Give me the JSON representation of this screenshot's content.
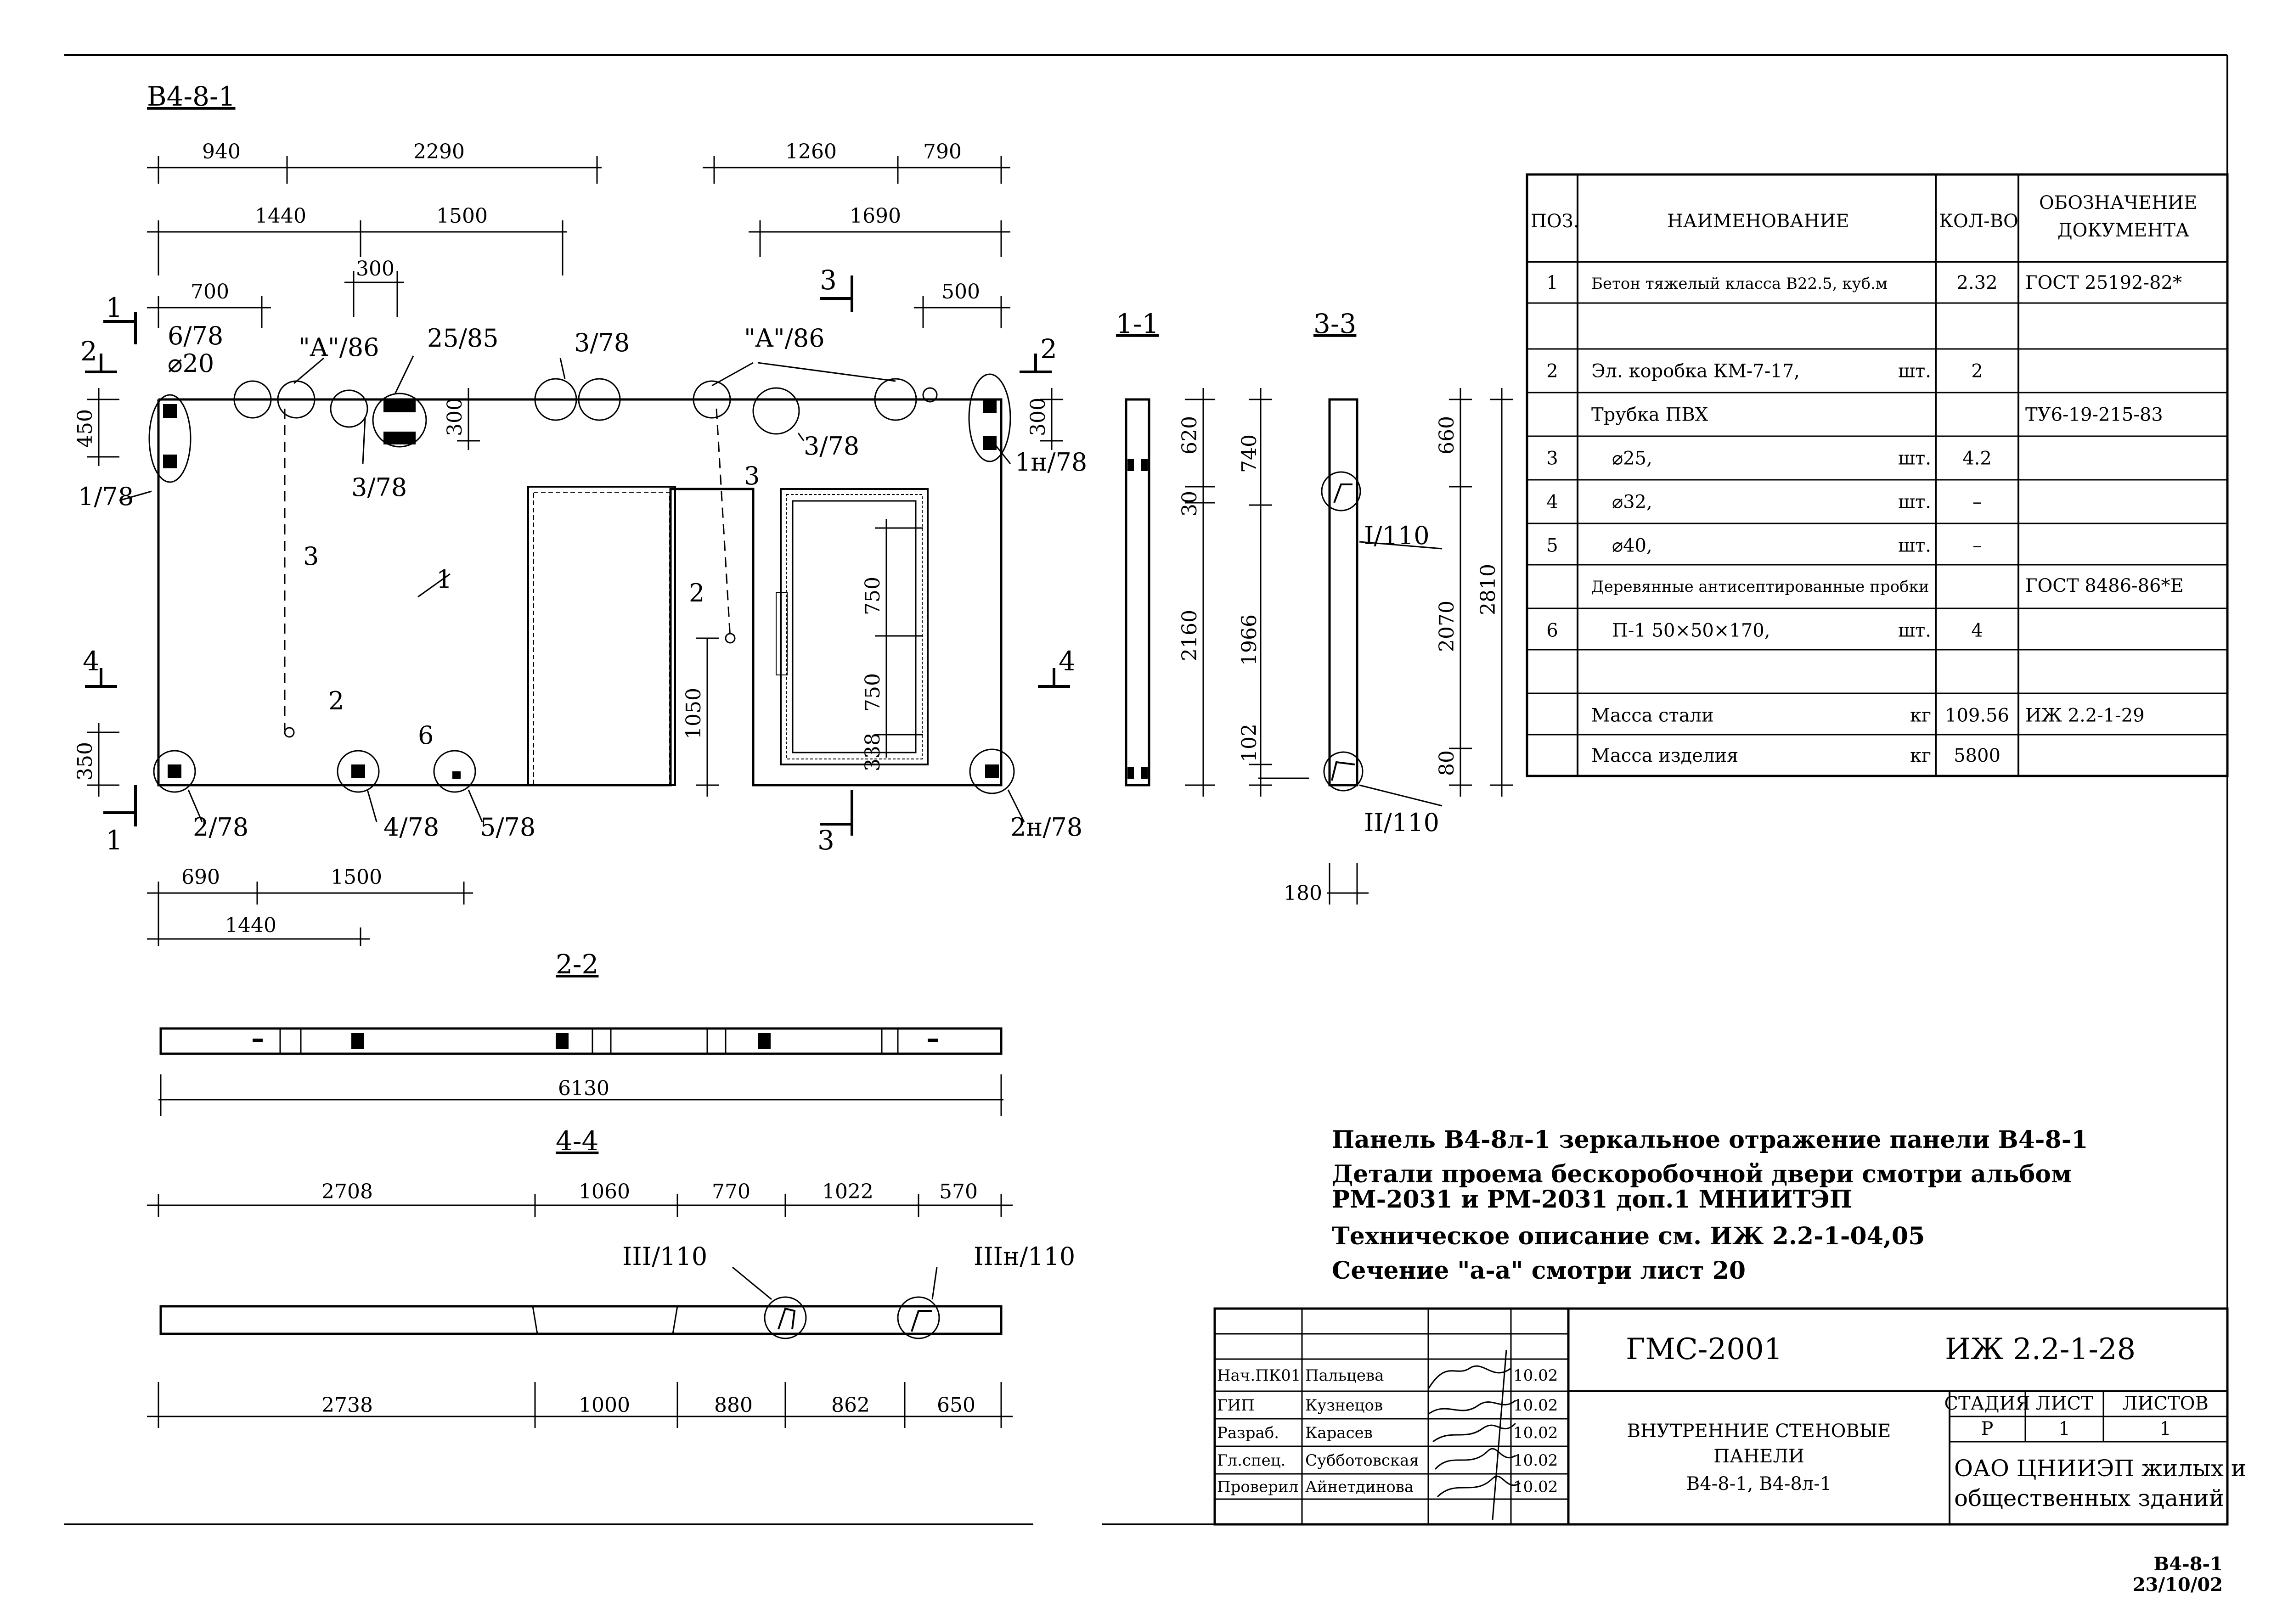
{
  "drawing": {
    "title": "В4-8-1",
    "elevation": {
      "dims_top": [
        "940",
        "2290",
        "1440",
        "1500",
        "300",
        "700",
        "1260",
        "790",
        "1690",
        "500"
      ],
      "dims_left": [
        "450",
        "350"
      ],
      "dims_right": [
        "300"
      ],
      "dims_bottom": [
        "690",
        "1500",
        "1440"
      ],
      "dims_inner": [
        "300",
        "750",
        "750",
        "338",
        "1050"
      ],
      "callouts": {
        "c6_78": "6/78",
        "d20": "⌀20",
        "a86_1": "\"A\"/86",
        "c25_85": "25/85",
        "c3_78_top": "3/78",
        "a86_2": "\"A\"/86",
        "c3_78_a": "3/78",
        "c3_78_b": "3/78",
        "c1_78": "1/78",
        "c1n_78": "1н/78",
        "c2_78": "2/78",
        "c4_78": "4/78",
        "c5_78": "5/78",
        "c2n_78": "2н/78"
      },
      "positions": {
        "p1": "1",
        "p2a": "2",
        "p2b": "2",
        "p3a": "3",
        "p3b": "3",
        "p6": "6"
      },
      "section_marks": {
        "s1": "1",
        "s2": "2",
        "s3": "3",
        "s4": "4"
      }
    },
    "section_1_1": {
      "label": "1-1",
      "dims": [
        "620",
        "30",
        "2160",
        "740",
        "1966",
        "102"
      ]
    },
    "section_3_3": {
      "label": "3-3",
      "dims": [
        "660",
        "2070",
        "2810",
        "80",
        "180"
      ],
      "callouts": [
        "I/110",
        "II/110"
      ]
    },
    "section_2_2": {
      "label": "2-2",
      "dims": [
        "6130"
      ]
    },
    "section_4_4": {
      "label": "4-4",
      "dims_top": [
        "2708",
        "1060",
        "770",
        "1022",
        "570"
      ],
      "dims_bottom": [
        "2738",
        "1000",
        "880",
        "862",
        "650"
      ],
      "callouts": [
        "III/110",
        "IIIн/110"
      ]
    }
  },
  "spec_table": {
    "headers": {
      "pos": "ПОЗ.",
      "name": "НАИМЕНОВАНИЕ",
      "qty": "КОЛ-ВО",
      "doc_1": "ОБОЗНАЧЕНИЕ",
      "doc_2": "ДОКУМЕНТА"
    },
    "rows": [
      {
        "pos": "1",
        "name": "Бетон тяжелый класса В22.5, куб.м",
        "unit": "",
        "qty": "2.32",
        "doc": "ГОСТ 25192-82*"
      },
      {
        "pos": "",
        "name": "",
        "unit": "",
        "qty": "",
        "doc": ""
      },
      {
        "pos": "2",
        "name": "Эл. коробка КМ-7-17,",
        "unit": "шт.",
        "qty": "2",
        "doc": ""
      },
      {
        "pos": "",
        "name": "Трубка ПВХ",
        "unit": "",
        "qty": "",
        "doc": "ТУ6-19-215-83"
      },
      {
        "pos": "3",
        "name": "⌀25,",
        "unit": "шт.",
        "qty": "4.2",
        "doc": ""
      },
      {
        "pos": "4",
        "name": "⌀32,",
        "unit": "шт.",
        "qty": "–",
        "doc": ""
      },
      {
        "pos": "5",
        "name": "⌀40,",
        "unit": "шт.",
        "qty": "–",
        "doc": ""
      },
      {
        "pos": "",
        "name": "Деревянные антисептированные пробки",
        "unit": "",
        "qty": "",
        "doc": "ГОСТ 8486-86*Е"
      },
      {
        "pos": "6",
        "name": "П-1   50×50×170,",
        "unit": "шт.",
        "qty": "4",
        "doc": ""
      },
      {
        "pos": "",
        "name": "",
        "unit": "",
        "qty": "",
        "doc": ""
      },
      {
        "pos": "",
        "name": "Масса стали",
        "unit": "кг",
        "qty": "109.56",
        "doc": "ИЖ 2.2-1-29"
      },
      {
        "pos": "",
        "name": "Масса изделия",
        "unit": "кг",
        "qty": "5800",
        "doc": ""
      }
    ]
  },
  "notes": [
    "Панель В4-8л-1 зеркальное отражение панели В4-8-1",
    "Детали проема бескоробочной двери смотри альбом",
    "РМ-2031 и РМ-2031 доп.1 МНИИТЭП",
    "Техническое описание  см. ИЖ 2.2-1-04,05",
    "Сечение \"а-а\" смотри лист 20"
  ],
  "title_block": {
    "code": "ГМС-2001",
    "doc_number": "ИЖ 2.2-1-28",
    "roles": [
      {
        "role": "Нач.ПК01",
        "name": "Пальцева",
        "date": "10.02"
      },
      {
        "role": "ГИП",
        "name": "Кузнецов",
        "date": "10.02"
      },
      {
        "role": "Разраб.",
        "name": "Карасев",
        "date": "10.02"
      },
      {
        "role": "Гл.спец.",
        "name": "Субботовская",
        "date": "10.02"
      },
      {
        "role": "Проверил",
        "name": "Айнетдинова",
        "date": "10.02"
      }
    ],
    "product_name_1": "ВНУТРЕННИЕ СТЕНОВЫЕ",
    "product_name_2": "ПАНЕЛИ",
    "product_name_3": "В4-8-1, В4-8л-1",
    "stage_label": "СТАДИЯ",
    "sheet_label": "ЛИСТ",
    "sheets_label": "ЛИСТОВ",
    "stage": "Р",
    "sheet": "1",
    "sheets": "1",
    "org_1": "ОАО ЦНИИЭП жилых и",
    "org_2": "общественных зданий"
  },
  "footer": {
    "line_1": "В4-8-1",
    "line_2": "23/10/02"
  }
}
